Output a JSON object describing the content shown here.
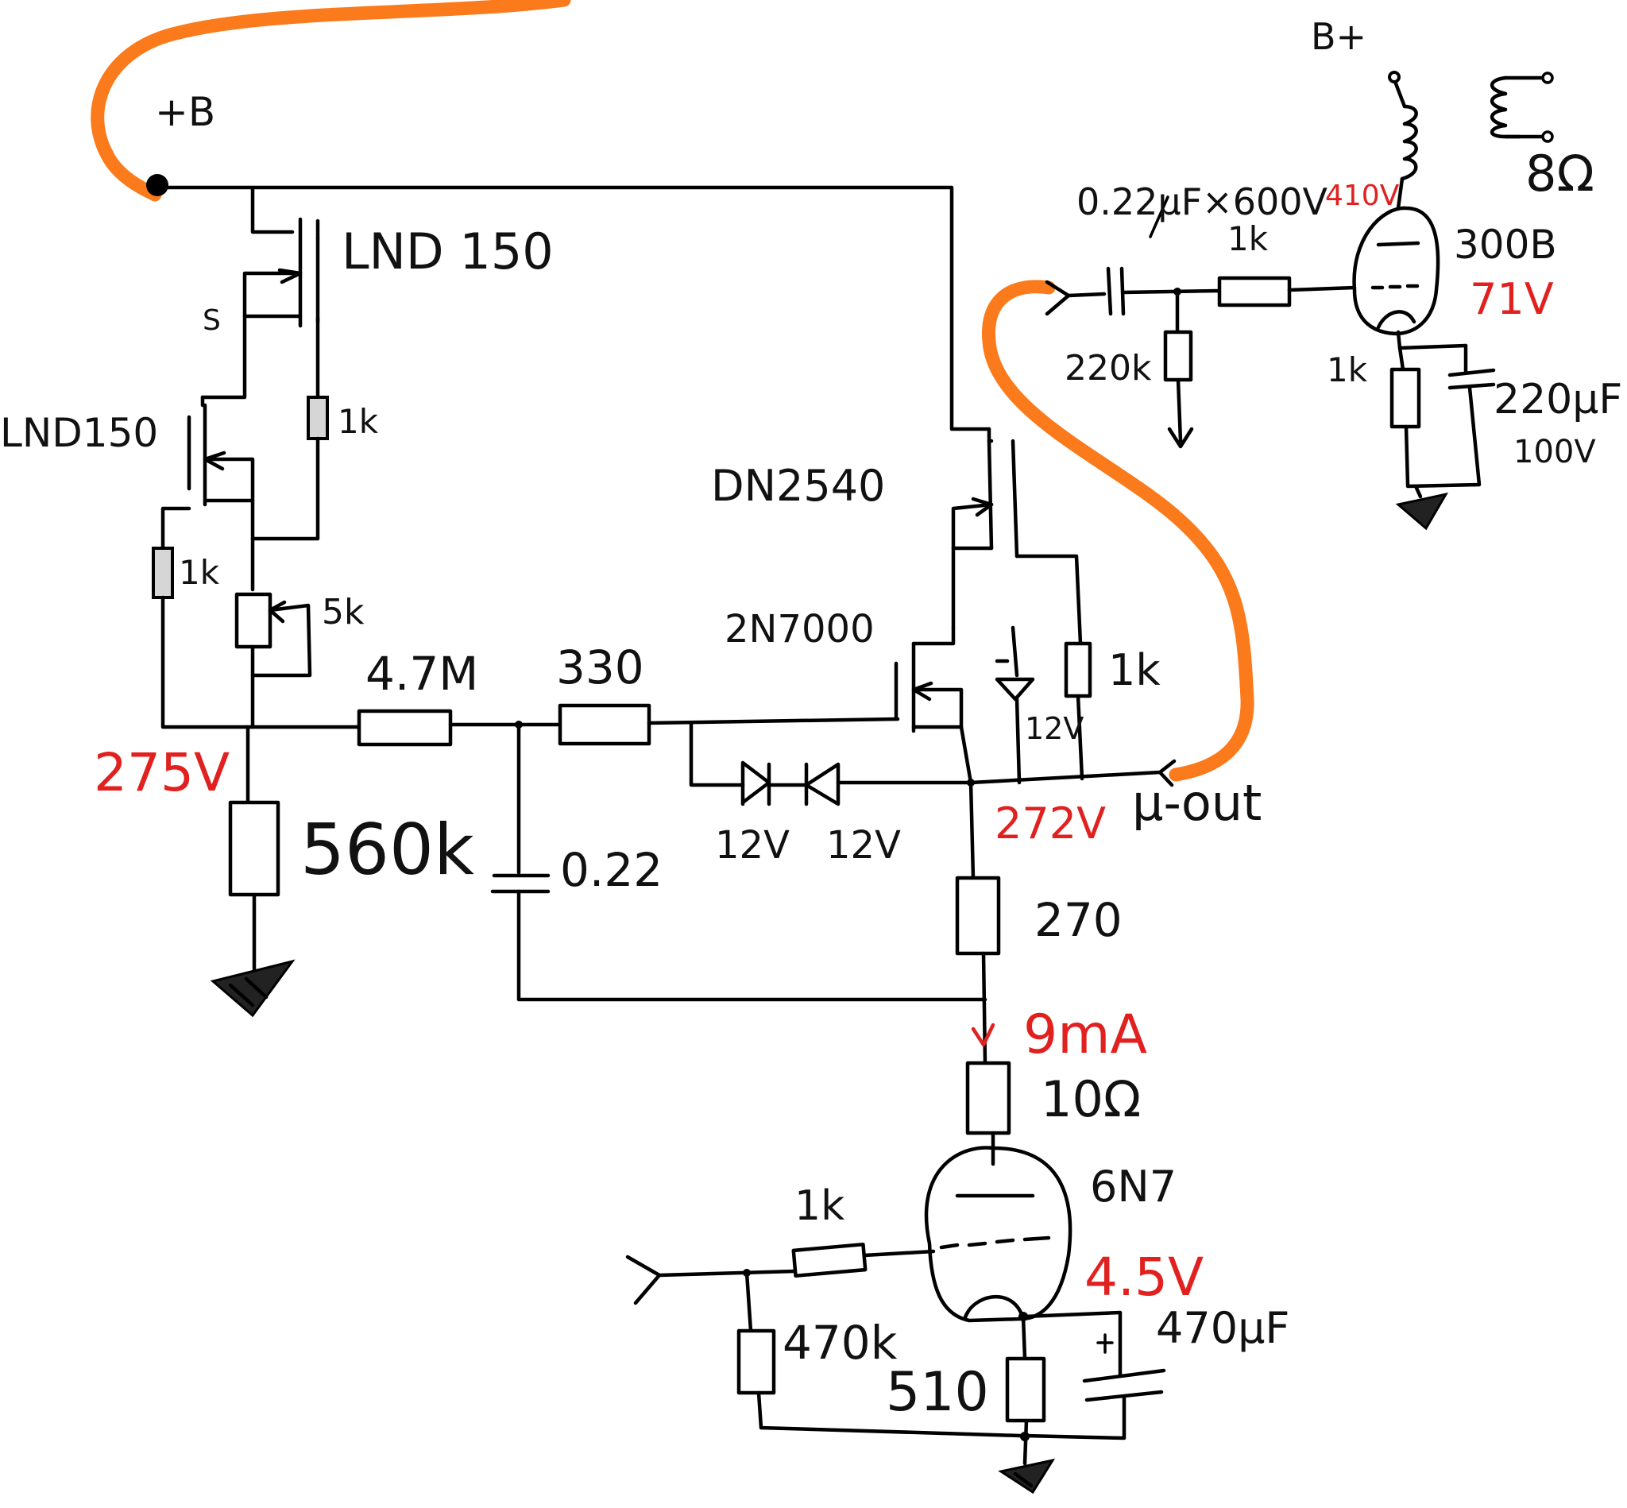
{
  "labels": {
    "b_plus_left": "+B",
    "b_plus_right": "B+",
    "lnd150_top": "LND 150",
    "s_mark": "S",
    "lnd150_left": "LND150",
    "r_1k_top": "1k",
    "r_1k_left": "1k",
    "pot_5k": "5k",
    "v_275": "275V",
    "r_560k": "560k",
    "r_4_7m": "4.7M",
    "r_330": "330",
    "c_022": "0.22",
    "dn2540": "DN2540",
    "q_2n7000": "2N7000",
    "zener_12v_a": "12V",
    "zener_12v_b": "12V",
    "zener_12v_c": "12V",
    "r_1k_right": "1k",
    "v_272": "272V",
    "mu_out": "μ-out",
    "r_270": "270",
    "i_9ma": "9mA",
    "r_10ohm": "10Ω",
    "tube_6n7": "6N7",
    "r_1k_grid": "1k",
    "r_470k": "470k",
    "v_4_5": "4.5V",
    "r_510": "510",
    "c_470uf": "470μF",
    "c_coupling": "0.22μF×600V",
    "r_1k_300b_grid": "1k",
    "r_220k": "220k",
    "v_410": "410V",
    "spk_8ohm": "8Ω",
    "tube_300b": "300B",
    "v_71": "71V",
    "r_1k_cathode": "1k",
    "c_220uf": "220μF",
    "c_100v": "100V"
  },
  "colors": {
    "ink": "#000000",
    "voltage_red": "#e0211f",
    "wire_orange": "#fb7a1b",
    "resistor_gray": "#d6d6d6"
  }
}
